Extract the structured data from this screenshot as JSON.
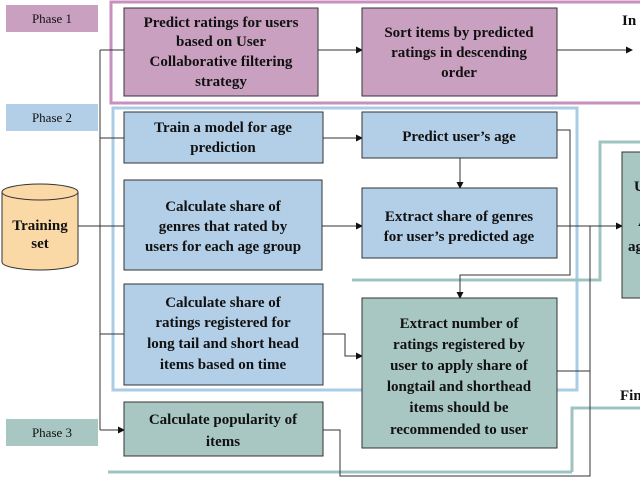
{
  "colors": {
    "phase1": "#c9a0c0",
    "phase2": "#b3cfe7",
    "phase3": "#a8c7c2",
    "outline1": "#c98fbf",
    "outline2": "#a9cde6",
    "outline3": "#9fc4bf"
  },
  "phases": [
    "Phase 1",
    "Phase 2",
    "Phase 3"
  ],
  "training": "Training set",
  "trainingLines": [
    "Training",
    "set"
  ],
  "boxes": {
    "cf": [
      "Predict ratings for users",
      "based on User",
      "Collaborative filtering",
      "strategy"
    ],
    "sort": [
      "Sort items by predicted",
      "ratings in descending",
      "order"
    ],
    "train": [
      "Train a model for age",
      "prediction"
    ],
    "age": [
      "Predict user’s age"
    ],
    "genres": [
      "Calculate share of",
      "genres that rated by",
      "users for each age group"
    ],
    "extractGenres": [
      "Extract share of genres",
      "for user’s predicted age"
    ],
    "ratings": [
      "Calculate share of",
      "ratings registered for",
      "long tail and short head",
      "items based on time"
    ],
    "extractNum": [
      "Extract number of",
      "ratings registered by",
      "user to apply share of",
      "longtail and shorthead",
      "items should be",
      "recommended to user"
    ],
    "popularity": [
      "Calculate popularity of",
      "items"
    ],
    "right": [
      "U",
      "A",
      "ag"
    ]
  },
  "labels": {
    "initial": "In",
    "final": "Fin"
  }
}
